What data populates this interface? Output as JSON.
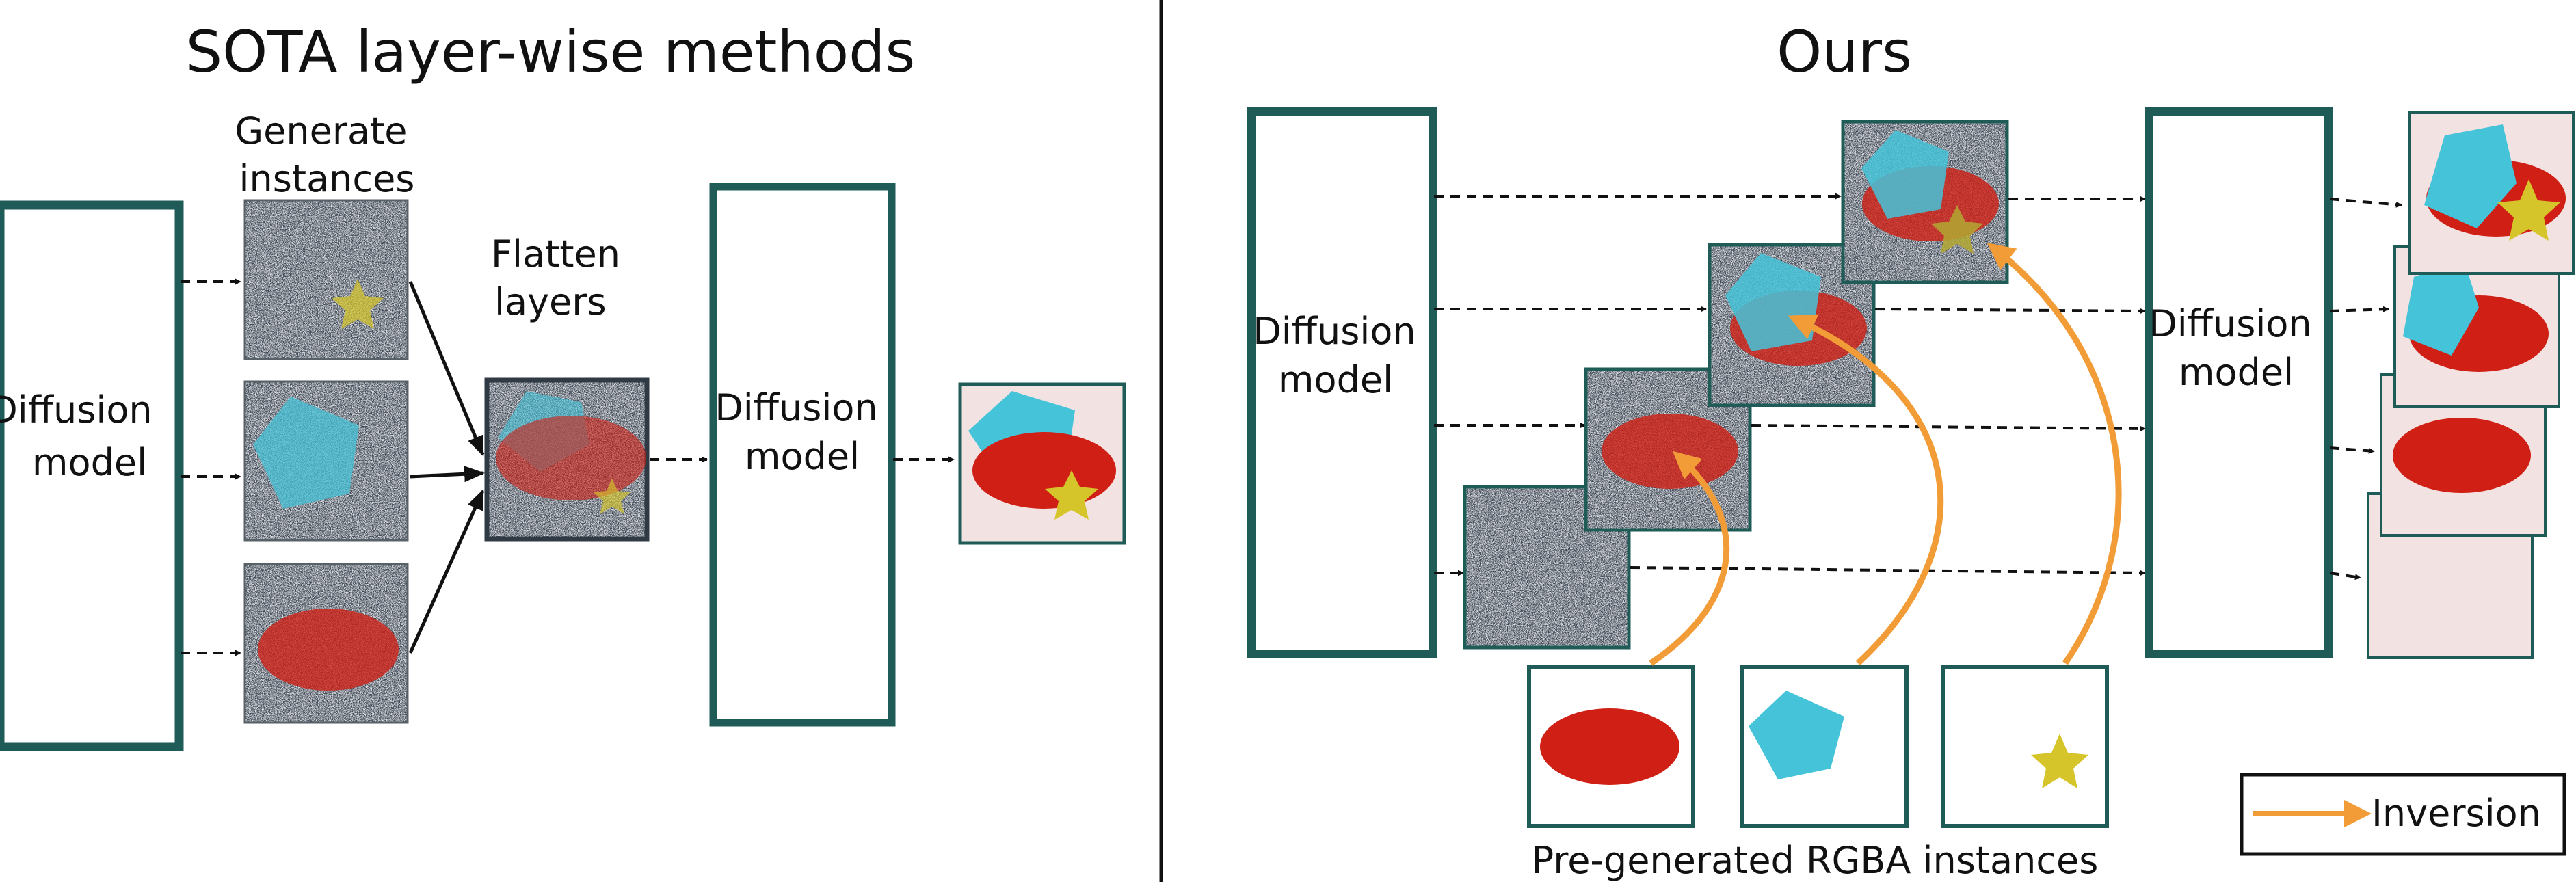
{
  "left_panel": {
    "title": "SOTA layer-wise methods",
    "model_left_label": [
      "Diffusion",
      "model"
    ],
    "generate_label": [
      "Generate",
      "instances"
    ],
    "flatten_label": [
      "Flatten",
      "layers"
    ],
    "model_right_label": [
      "Diffusion",
      "model"
    ]
  },
  "right_panel": {
    "title": "Ours",
    "model_left_label": [
      "Diffusion",
      "model"
    ],
    "model_right_label": [
      "Diffusion",
      "model"
    ],
    "instances_caption": "Pre-generated RGBA instances"
  },
  "legend": {
    "label": "Inversion"
  },
  "colors": {
    "frame": "#1f5c57",
    "ellipse": "#d01f14",
    "pentagon": "#45c3d8",
    "star": "#d6c52a",
    "output_bg": "#f2e2e2",
    "inversion_arrow": "#f29c38",
    "noise_dark": "#3b4654",
    "noise_light": "#d8dbe0"
  }
}
